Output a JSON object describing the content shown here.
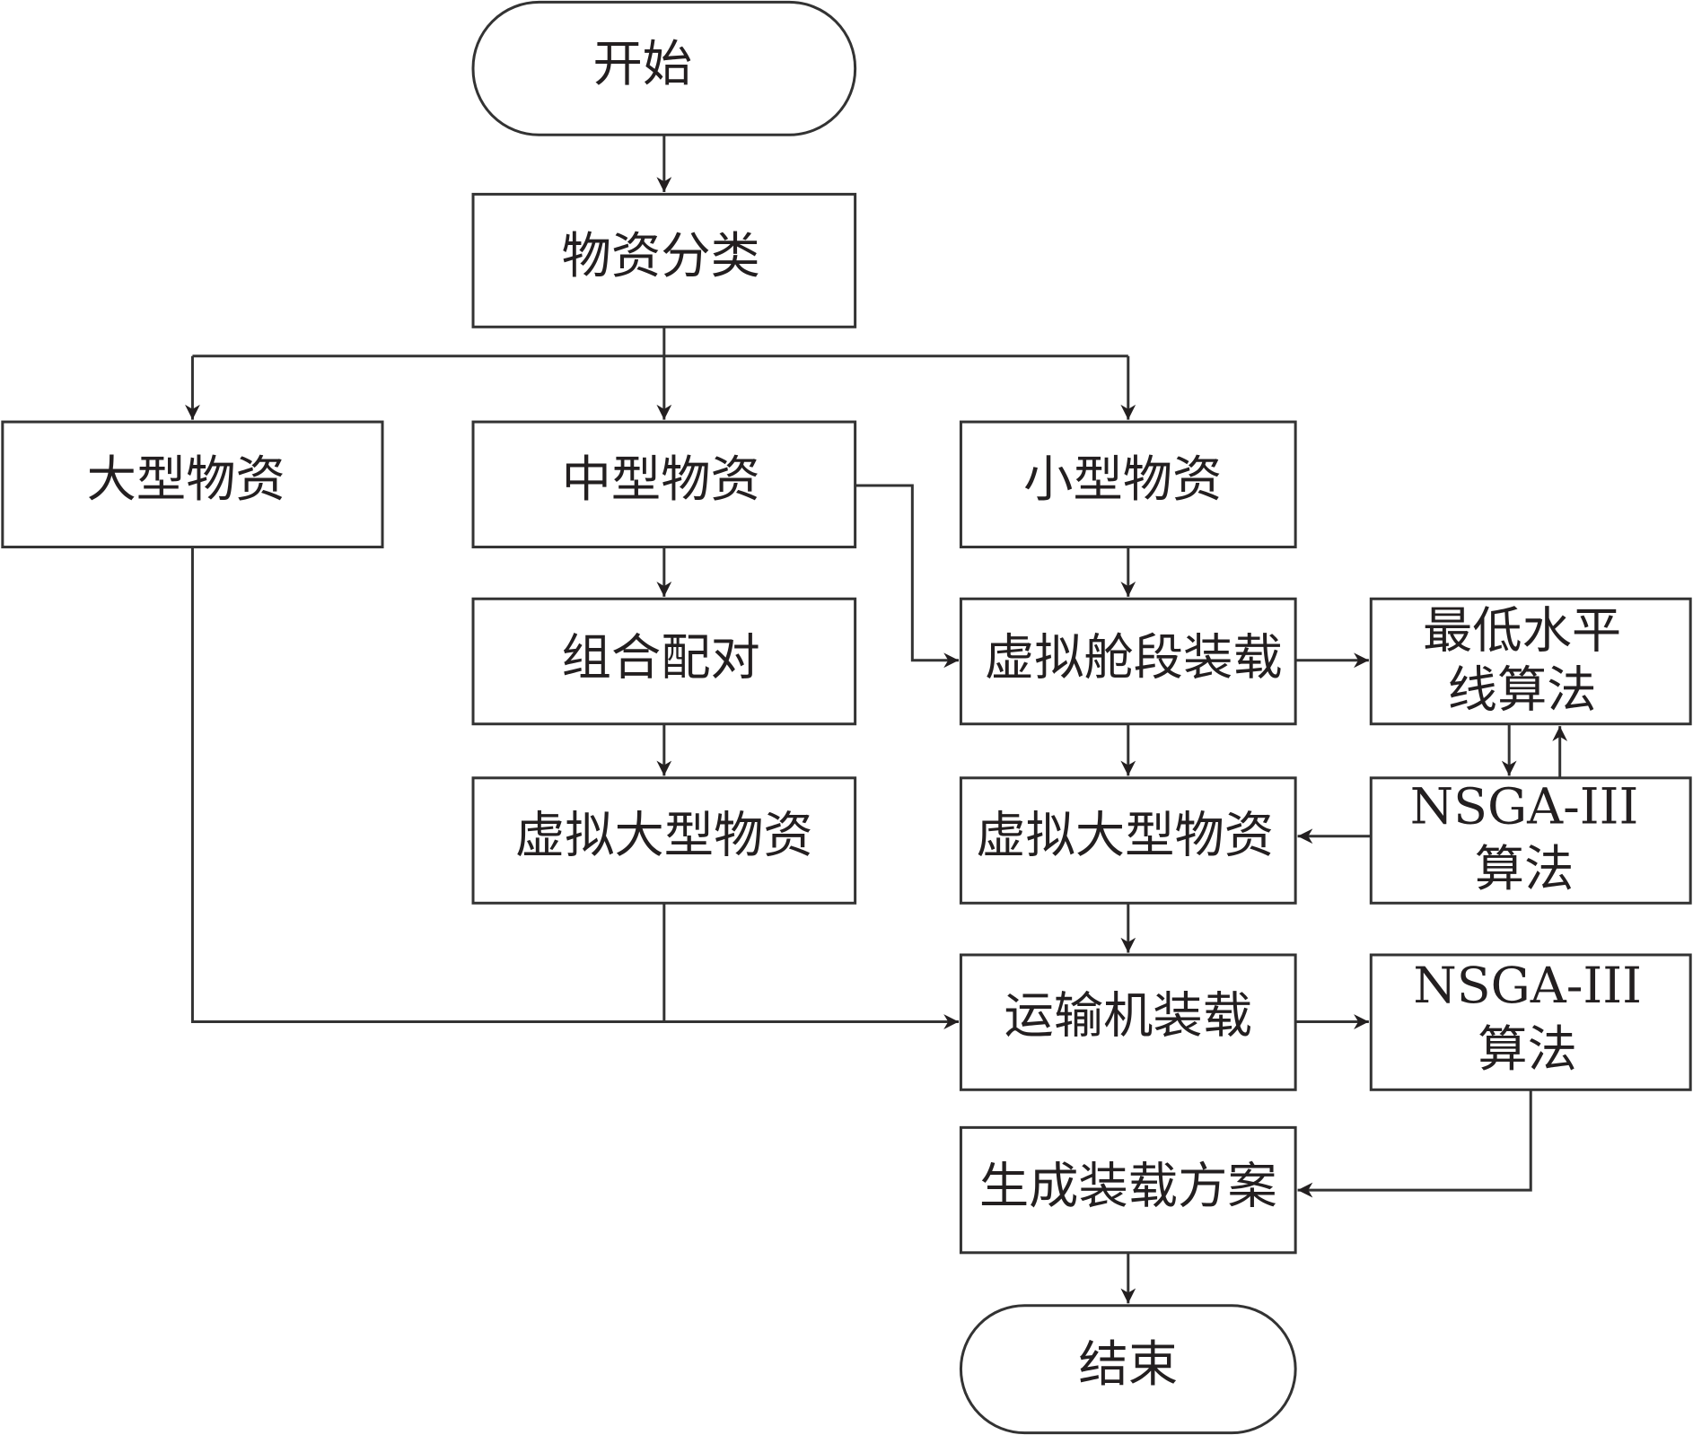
{
  "nodes": {
    "start": "开始",
    "classify": "物资分类",
    "large": "大型物资",
    "medium": "中型物资",
    "small": "小型物资",
    "pairing": "组合配对",
    "cabin_loading": "虚拟舱段装载",
    "lowest_level_line1": "最低水平",
    "lowest_level_line2": "线算法",
    "virtual_large_left": "虚拟大型物资",
    "virtual_large_right": "虚拟大型物资",
    "nsga1_line1": "NSGA-III",
    "nsga1_line2": "算法",
    "aircraft_loading": "运输机装载",
    "nsga2_line1": "NSGA-III",
    "nsga2_line2": "算法",
    "generate_plan": "生成装载方案",
    "end": "结束"
  }
}
